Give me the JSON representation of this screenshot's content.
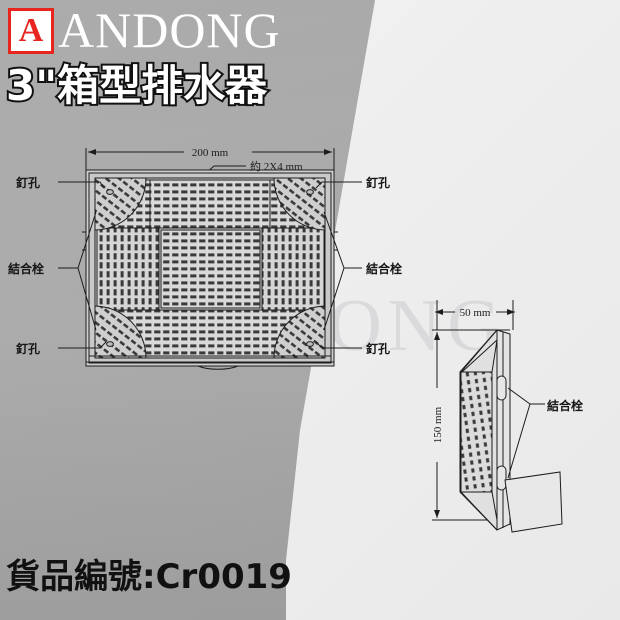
{
  "header": {
    "logo_letter": "A",
    "logo_color": "#e8241f",
    "brand": "ANDONG",
    "subtitle": "3\"箱型排水器"
  },
  "footer": {
    "part_number": "貨品編號:Cr0019"
  },
  "watermark": {
    "text": "ANDONG"
  },
  "drawing": {
    "top_view": {
      "dimension_width": "200 mm",
      "hole_note": "約 2X4 mm",
      "labels": {
        "nail_hole_top_left": "釘孔",
        "nail_hole_top_right": "釘孔",
        "nail_hole_bottom_left": "釘孔",
        "nail_hole_bottom_right": "釘孔",
        "bolt_left": "結合栓",
        "bolt_right": "結合栓"
      }
    },
    "side_view": {
      "dimension_width": "50 mm",
      "dimension_height": "150 mm",
      "label_bolt": "結合栓"
    }
  },
  "colors": {
    "background_left": "#b3b3b3",
    "background_right": "#efefef",
    "line": "#1d1d1d",
    "accent": "#e8241f"
  }
}
